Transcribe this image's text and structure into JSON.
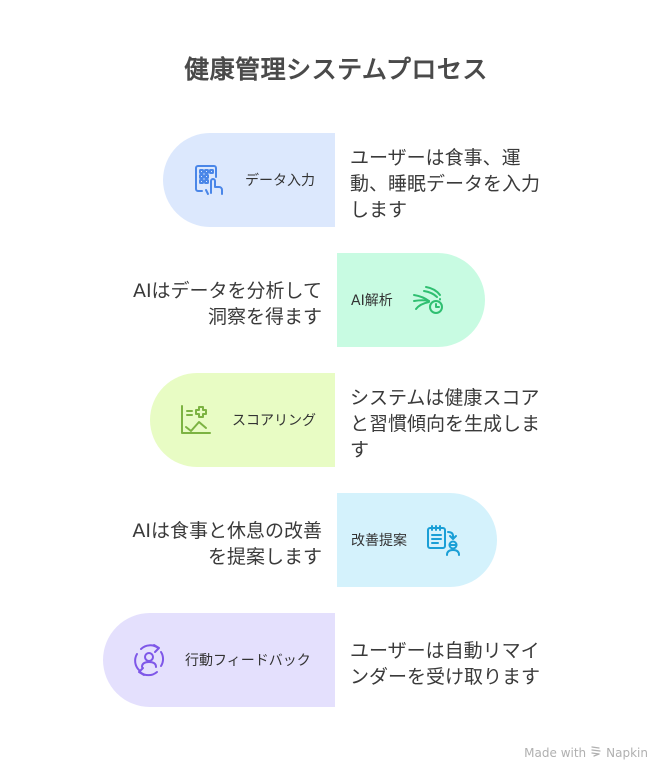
{
  "title": "健康管理システムプロセス",
  "steps": [
    {
      "label": "データ入力",
      "description_lines": [
        "ユーザーは食事、運",
        "動、睡眠データを入力",
        "します"
      ],
      "color": "#dce8fd",
      "icon_color": "#4a86e8",
      "icon": "tablet-touch-icon"
    },
    {
      "label": "AI解析",
      "description_lines": [
        "AIはデータを分析して",
        "洞察を得ます"
      ],
      "color": "#c8fbe2",
      "icon_color": "#2fbf71",
      "icon": "wind-clock-icon"
    },
    {
      "label": "スコアリング",
      "description_lines": [
        "システムは健康スコア",
        "と習慣傾向を生成しま",
        "す"
      ],
      "color": "#e8fcc4",
      "icon_color": "#7cb342",
      "icon": "chart-plus-icon"
    },
    {
      "label": "改善提案",
      "description_lines": [
        "AIは食事と休息の改善",
        "を提案します"
      ],
      "color": "#d4f2fc",
      "icon_color": "#1a9fd6",
      "icon": "clipboard-person-icon"
    },
    {
      "label": "行動フィードバック",
      "description_lines": [
        "ユーザーは自動リマイ",
        "ンダーを受け取ります"
      ],
      "color": "#e4e0fd",
      "icon_color": "#7e57e8",
      "icon": "user-refresh-icon"
    }
  ],
  "footer": {
    "made_with": "Made with",
    "brand": "Napkin"
  }
}
